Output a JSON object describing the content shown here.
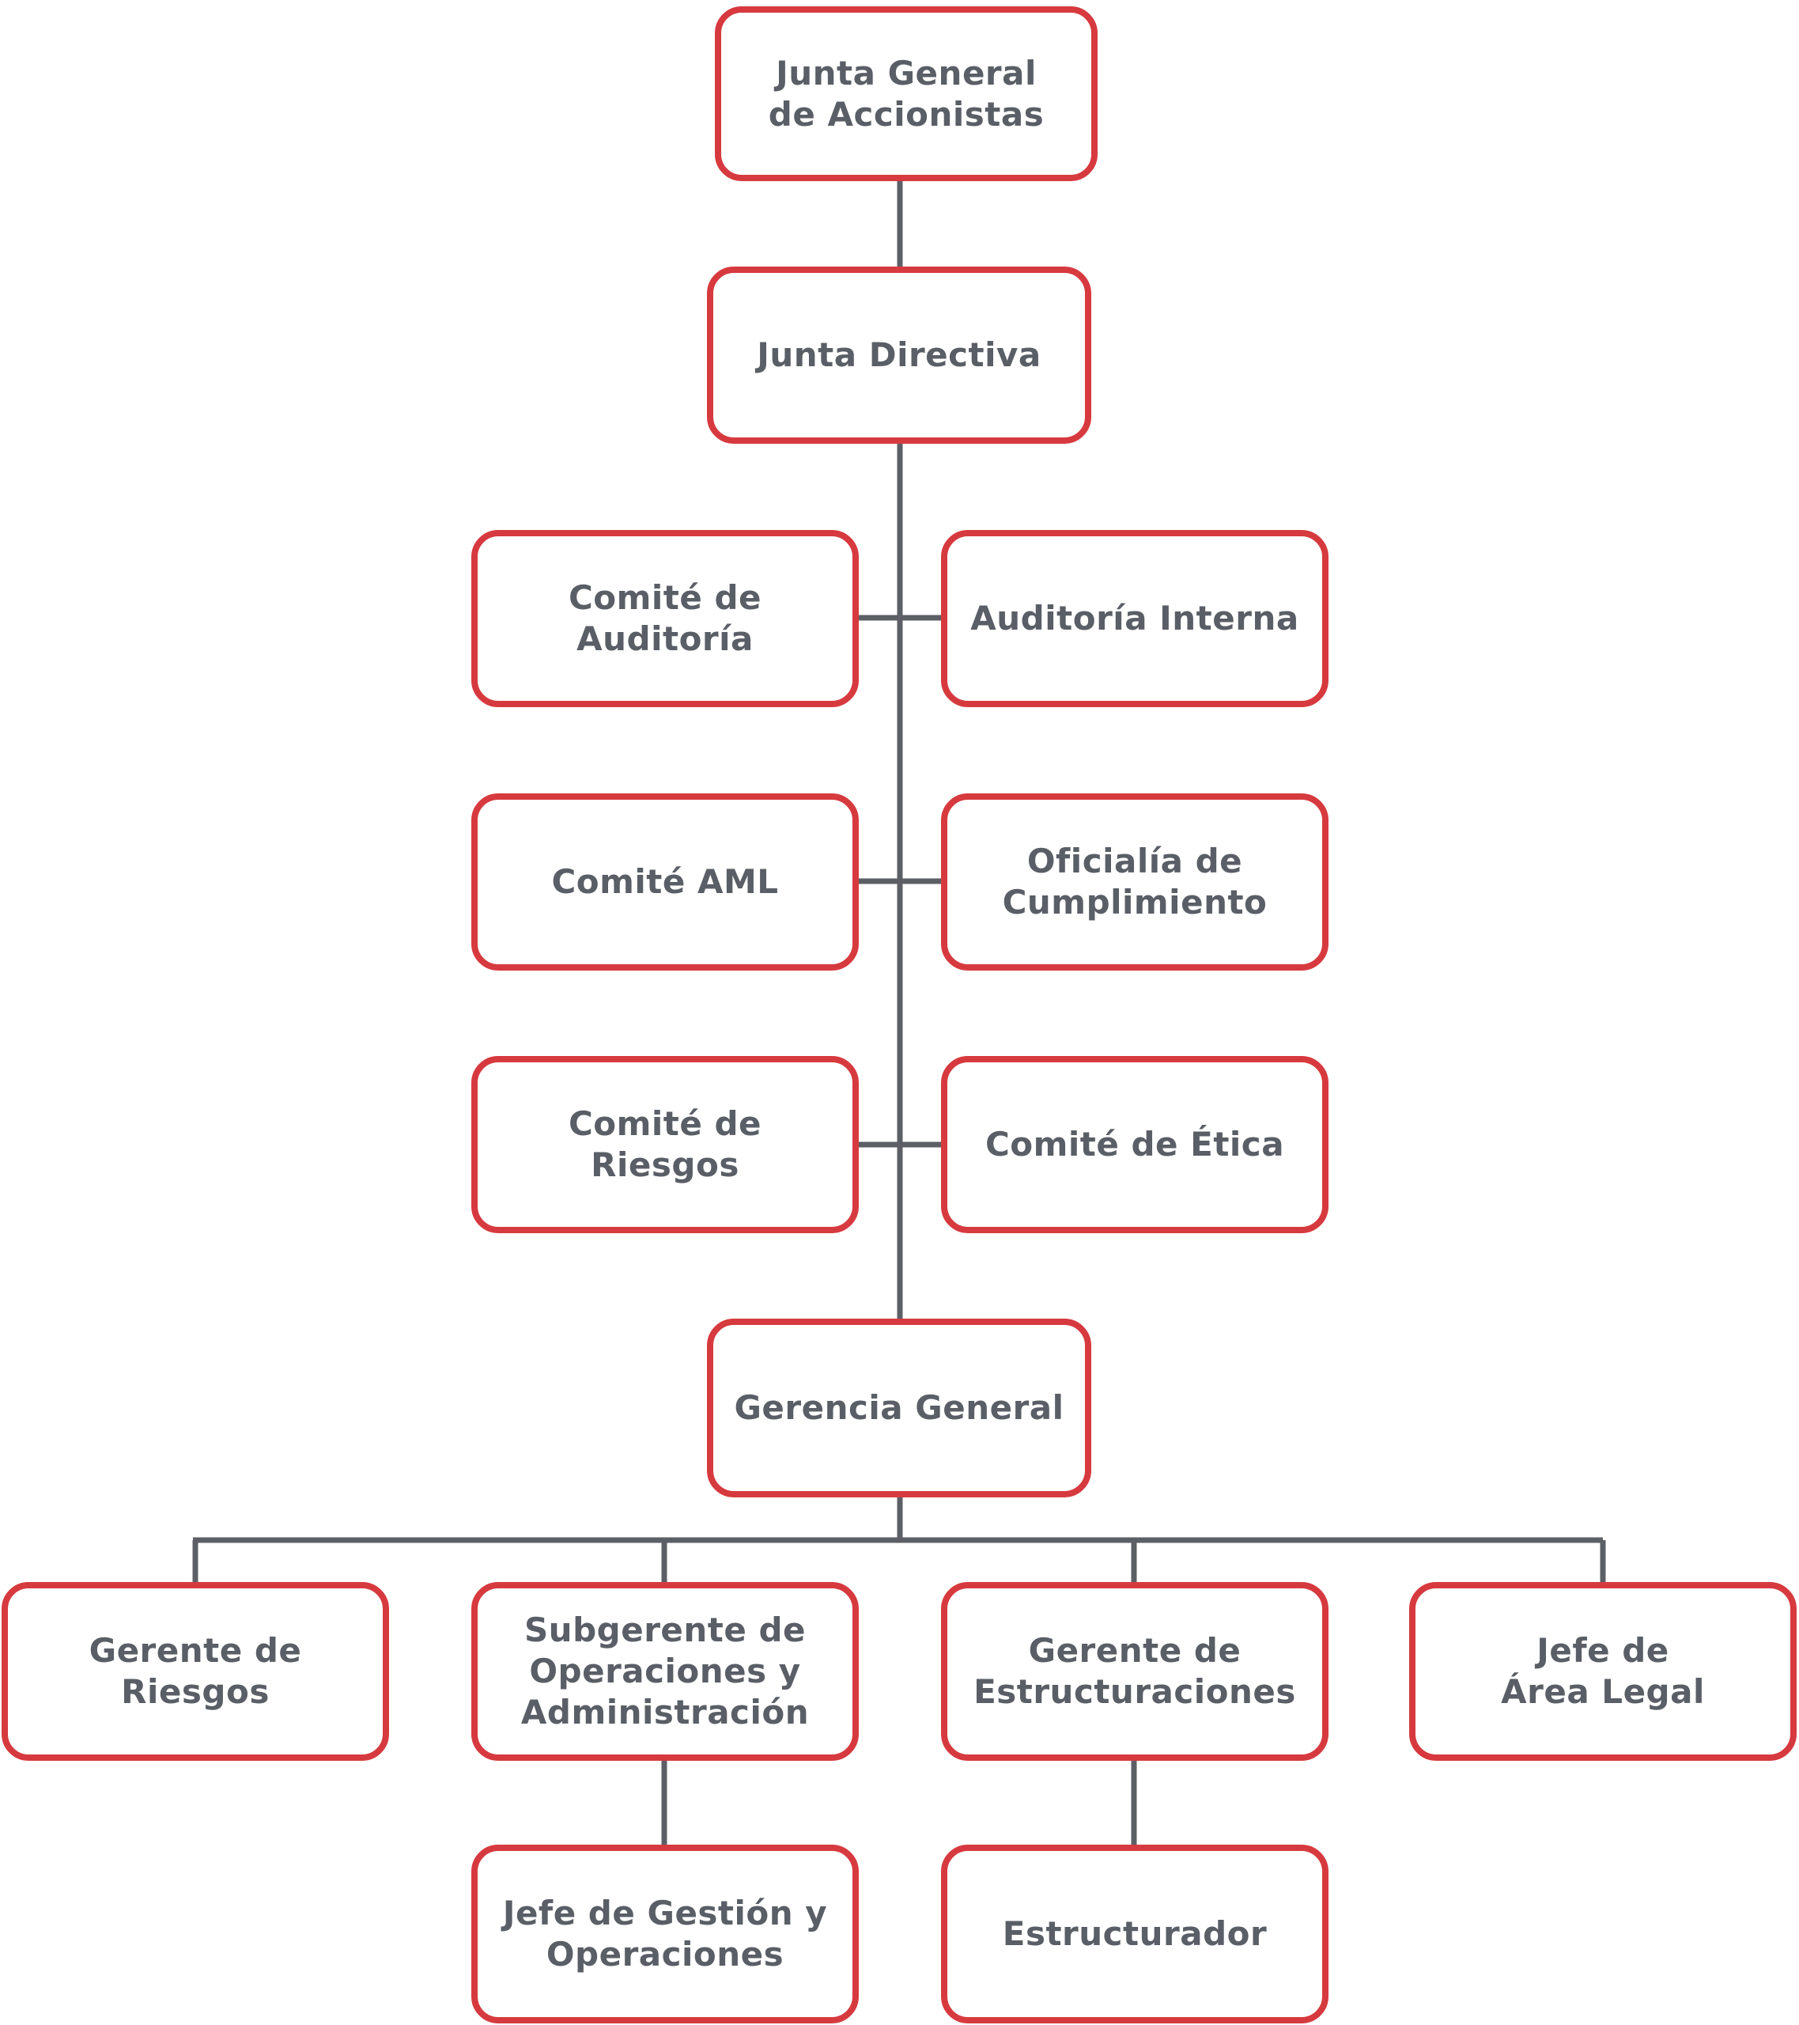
{
  "colors": {
    "node_border": "#d63a3f",
    "node_text": "#5a5e66",
    "connector": "#5c5f66",
    "background": "#ffffff"
  },
  "nodes": {
    "junta_general": "Junta General\nde Accionistas",
    "junta_directiva": "Junta Directiva",
    "comite_auditoria": "Comité de Auditoría",
    "auditoria_interna": "Auditoría Interna",
    "comite_aml": "Comité AML",
    "oficialia_cumplimiento": "Oficialía de\nCumplimiento",
    "comite_riesgos": "Comité de Riesgos",
    "comite_etica": "Comité de Ética",
    "gerencia_general": "Gerencia General",
    "gerente_riesgos": "Gerente de Riesgos",
    "subgerente_operaciones": "Subgerente de\nOperaciones y\nAdministración",
    "gerente_estructuraciones": "Gerente de\nEstructuraciones",
    "jefe_area_legal": "Jefe de\nÁrea Legal",
    "jefe_gestion_operaciones": "Jefe de Gestión y\nOperaciones",
    "estructurador": "Estructurador"
  },
  "edges": [
    [
      "junta_general",
      "junta_directiva"
    ],
    [
      "junta_directiva",
      "comite_auditoria"
    ],
    [
      "junta_directiva",
      "auditoria_interna"
    ],
    [
      "junta_directiva",
      "comite_aml"
    ],
    [
      "junta_directiva",
      "oficialia_cumplimiento"
    ],
    [
      "junta_directiva",
      "comite_riesgos"
    ],
    [
      "junta_directiva",
      "comite_etica"
    ],
    [
      "junta_directiva",
      "gerencia_general"
    ],
    [
      "gerencia_general",
      "gerente_riesgos"
    ],
    [
      "gerencia_general",
      "subgerente_operaciones"
    ],
    [
      "gerencia_general",
      "gerente_estructuraciones"
    ],
    [
      "gerencia_general",
      "jefe_area_legal"
    ],
    [
      "subgerente_operaciones",
      "jefe_gestion_operaciones"
    ],
    [
      "gerente_estructuraciones",
      "estructurador"
    ]
  ]
}
